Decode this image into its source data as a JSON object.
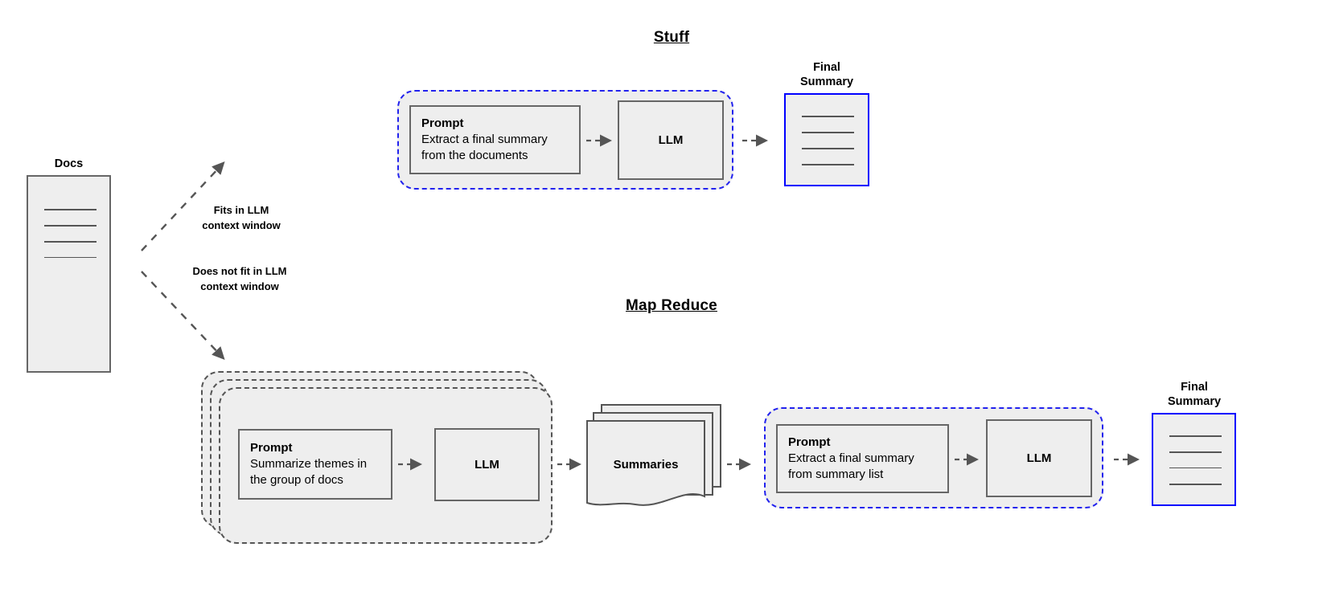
{
  "diagram": {
    "title_stuff": "Stuff",
    "title_map_reduce": "Map Reduce"
  },
  "docs": {
    "label": "Docs",
    "line_count": 4
  },
  "branches": [
    {
      "name": "fits",
      "line1": "Fits in LLM",
      "line2": "context window"
    },
    {
      "name": "does-not-fit",
      "line1": "Does not fit in LLM",
      "line2": "context window"
    }
  ],
  "stuff": {
    "prompt": {
      "title": "Prompt",
      "line1": "Extract a final summary",
      "line2": "from the documents"
    },
    "llm_label": "LLM",
    "final_summary": {
      "caption_line1": "Final",
      "caption_line2": "Summary",
      "line_count": 4
    }
  },
  "map_reduce": {
    "map": {
      "prompt": {
        "title": "Prompt",
        "line1": "Summarize themes in",
        "line2": "the group of docs"
      },
      "llm_label": "LLM",
      "stack_depth": 3
    },
    "summaries": {
      "label": "Summaries",
      "stack_depth": 3
    },
    "reduce": {
      "prompt": {
        "title": "Prompt",
        "line1": "Extract a final summary",
        "line2": "from summary list"
      },
      "llm_label": "LLM"
    },
    "final_summary": {
      "caption_line1": "Final",
      "caption_line2": "Summary",
      "line_count": 4
    }
  },
  "colors": {
    "accent_blue": "#0000ff",
    "container_blue_dashed": "#2222ee",
    "box_gray_border": "#666666",
    "box_fill": "#eeeeee",
    "arrow_gray": "#555555",
    "stack_dashed": "#555555"
  },
  "icons": {
    "arrow": "arrow-right-icon",
    "branch_arrow": "dashed-arrow-icon"
  }
}
